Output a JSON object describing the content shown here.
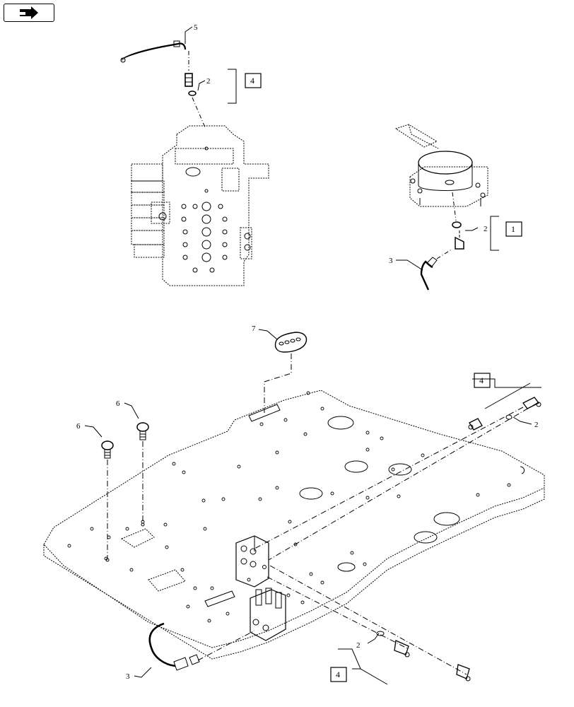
{
  "nav": {
    "icon": "arrow-right-icon"
  },
  "callouts": {
    "c5": "5",
    "c2a": "2",
    "c4a": "4",
    "c2b": "2",
    "c1": "1",
    "c3a": "3",
    "c7": "7",
    "c6a": "6",
    "c6b": "6",
    "c4b": "4",
    "c2c": "2",
    "c2d": "2",
    "c4c": "4",
    "c3b": "3"
  }
}
